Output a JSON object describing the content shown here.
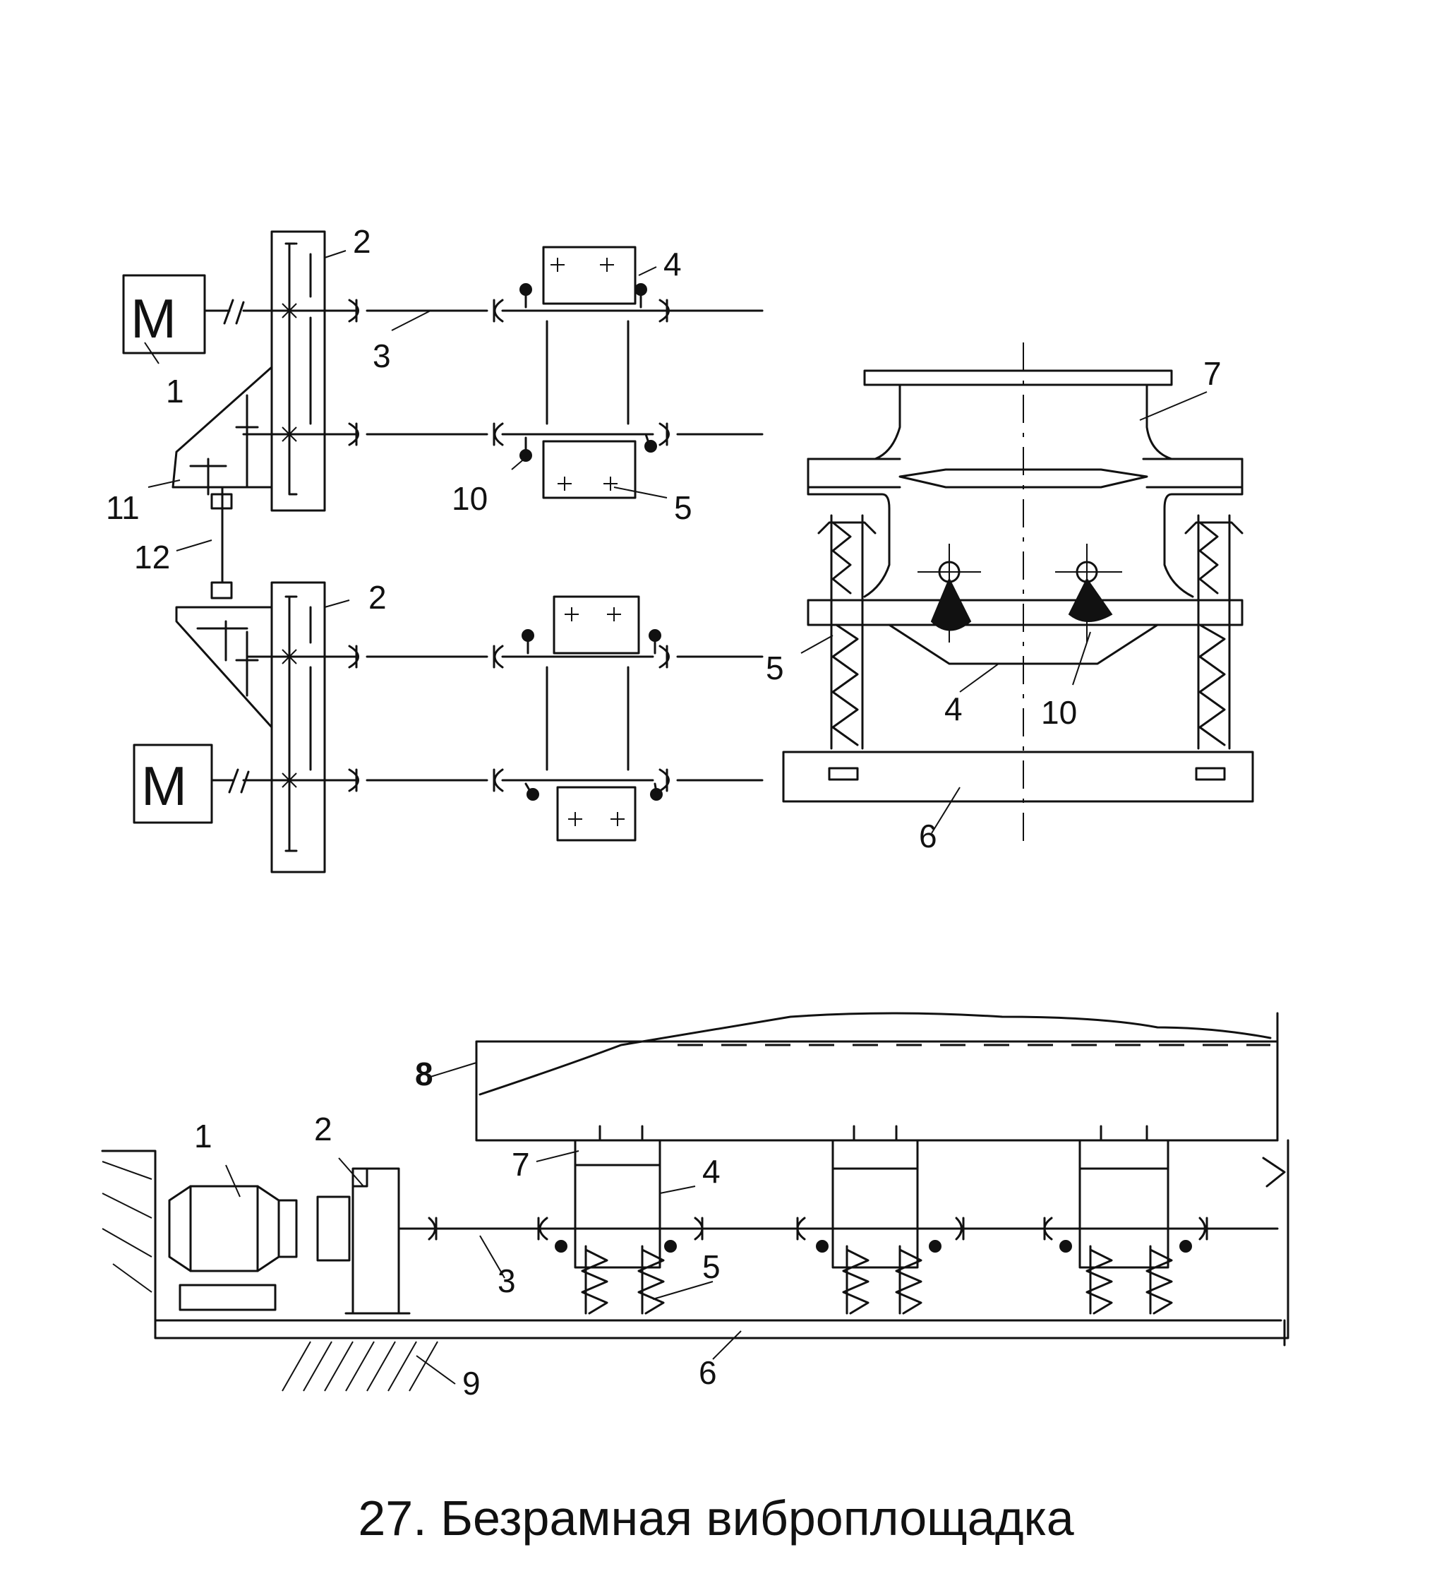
{
  "caption": "27. Безрамная виброплощадка",
  "motor_symbol": "М",
  "labels": {
    "motor": "1",
    "gearbox": "2",
    "shaft": "3",
    "vibrator": "4",
    "spring": "5",
    "base": "6",
    "table": "7",
    "form": "8",
    "foundation": "9",
    "unbalance": "10",
    "bevel_gear": "11",
    "sync_shaft": "12"
  },
  "icons": [
    "motor-symbol",
    "gearbox-symbol",
    "coupling-symbol",
    "spring-symbol",
    "unbalance-weight-symbol",
    "ground-hatch-symbol"
  ]
}
